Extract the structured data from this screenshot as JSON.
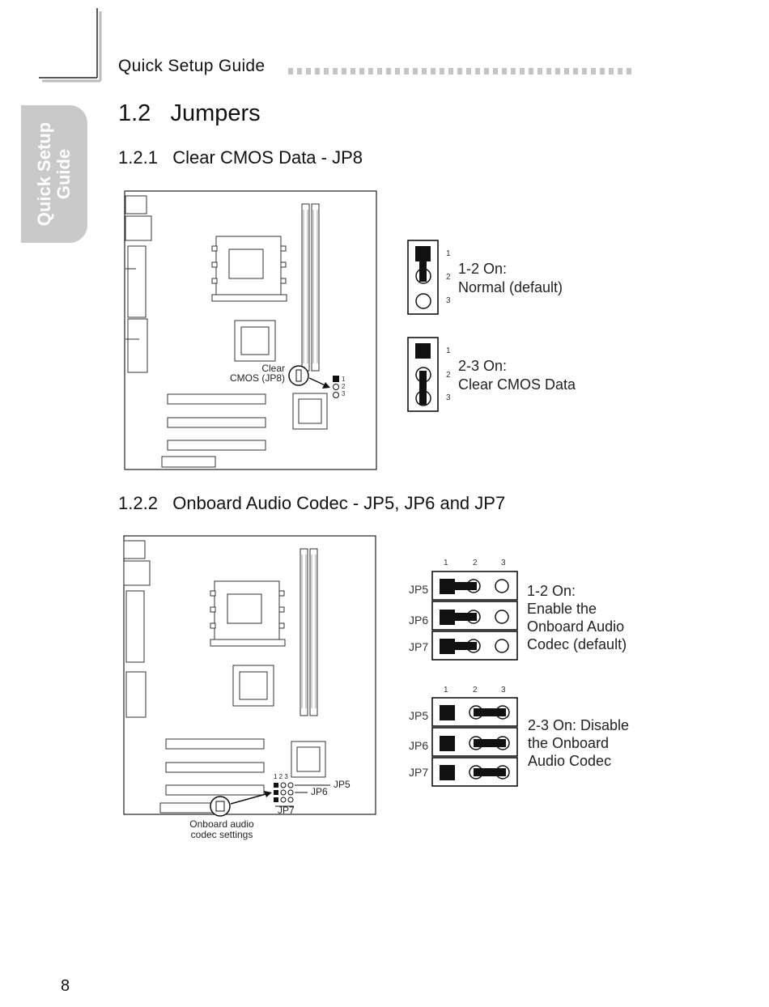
{
  "header": {
    "title": "Quick Setup Guide"
  },
  "side_tab": {
    "line1": "Quick Setup",
    "line2": "Guide"
  },
  "section": {
    "title": "1.2   Jumpers"
  },
  "cmos": {
    "title": "1.2.1   Clear CMOS Data - JP8",
    "board_label_line1": "Clear",
    "board_label_line2": "CMOS (JP8)",
    "board_pins": [
      "1",
      "2",
      "3"
    ],
    "opt1": {
      "label": "1-2 On:",
      "desc": "Normal (default)",
      "pins": [
        "1",
        "2",
        "3"
      ]
    },
    "opt2": {
      "label": "2-3 On:",
      "desc": "Clear CMOS Data",
      "pins": [
        "1",
        "2",
        "3"
      ]
    }
  },
  "audio": {
    "title": "1.2.2   Onboard Audio Codec - JP5, JP6 and JP7",
    "board_pins": "1 2 3",
    "board_jp5": "JP5",
    "board_jp6": "JP6",
    "board_jp7": "JP7",
    "caption_line1": "Onboard audio",
    "caption_line2": "codec settings",
    "opt1": {
      "pins": [
        "1",
        "2",
        "3"
      ],
      "jumpers": [
        "JP5",
        "JP6",
        "JP7"
      ],
      "desc_lines": [
        "1-2 On:",
        "Enable the",
        "Onboard Audio",
        "Codec (default)"
      ]
    },
    "opt2": {
      "pins": [
        "1",
        "2",
        "3"
      ],
      "jumpers": [
        "JP5",
        "JP6",
        "JP7"
      ],
      "desc_lines": [
        "2-3 On: Disable",
        "the Onboard",
        "Audio Codec"
      ]
    }
  },
  "page": {
    "number": "8"
  }
}
